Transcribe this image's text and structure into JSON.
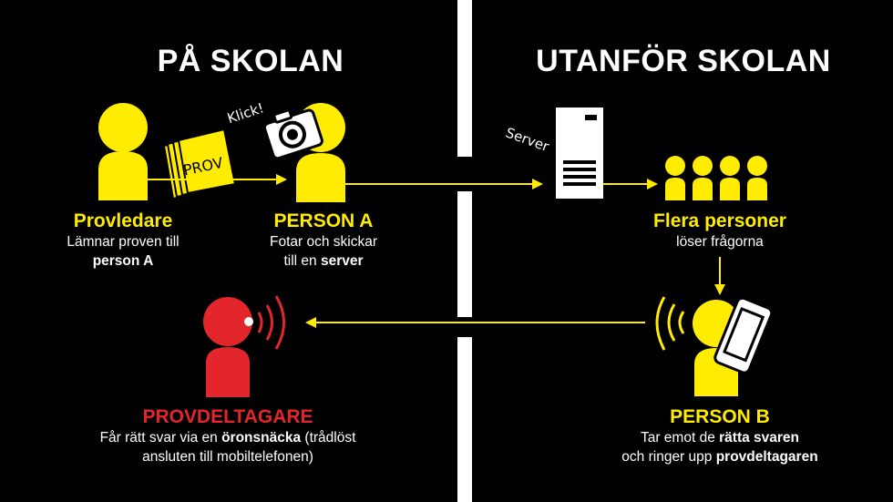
{
  "headings": {
    "left": "PÅ SKOLAN",
    "right": "UTANFÖR SKOLAN"
  },
  "labels": {
    "klick": "Klick!",
    "prov": "PROV",
    "server": "Server"
  },
  "nodes": {
    "provledare": {
      "name": "Provledare",
      "line1": "Lämnar proven till",
      "line2_bold": "person A"
    },
    "person_a": {
      "name": "PERSON A",
      "line1": "Fotar och skickar",
      "line2_pre": "till en ",
      "line2_bold": "server"
    },
    "flera": {
      "name": "Flera personer",
      "line1": "löser frågorna"
    },
    "person_b": {
      "name": "PERSON B",
      "line1_pre": "Tar emot de ",
      "line1_bold": "rätta svaren",
      "line2_pre": "och ringer upp ",
      "line2_bold": "provdeltagaren"
    },
    "provdeltagare": {
      "name": "PROVDELTAGARE",
      "line1_pre": "Får rätt svar via en ",
      "line1_bold": "öronsnäcka",
      "line1_post": " (trådlöst",
      "line2": "ansluten till mobiltelefonen)"
    }
  },
  "colors": {
    "background": "#000000",
    "accent_yellow": "#ffec00",
    "accent_red": "#e3262b",
    "text": "#ffffff"
  },
  "icons": [
    "person-icon",
    "papers-icon",
    "camera-icon",
    "server-icon",
    "group-icon",
    "phone-icon",
    "sound-waves-icon"
  ]
}
